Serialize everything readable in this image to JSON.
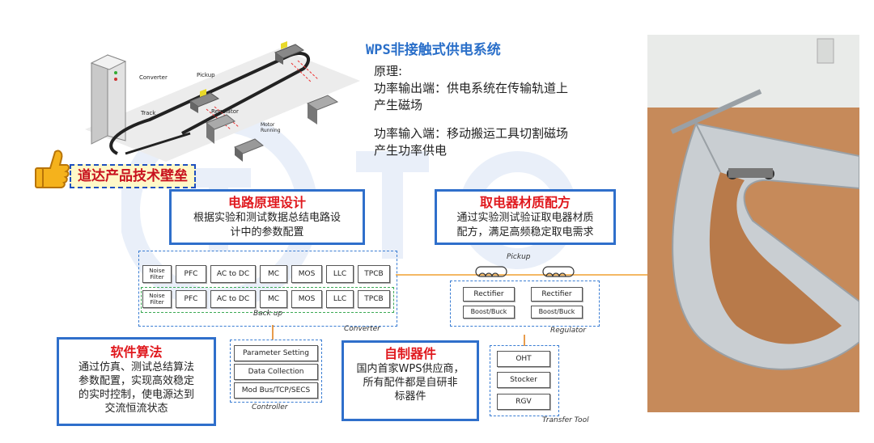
{
  "colors": {
    "accent_blue": "#2f6fcb",
    "title_red": "#e0191e",
    "badge_bg": "#fff8c8",
    "line_orange": "#e07a10"
  },
  "header": {
    "title": "WPS非接触式供电系统"
  },
  "principle": {
    "heading": "原理:",
    "output": "功率输出端：供电系统在传输轨道上\n产生磁场",
    "input": "功率输入端：移动搬运工具切割磁场\n产生功率供电"
  },
  "illustration": {
    "labels": [
      "Converter",
      "Pickup",
      "Track",
      "Regulator",
      "Motor\nRunning"
    ]
  },
  "badge": {
    "text": "道达产品技术壁垒",
    "icon": "thumbs-up-icon"
  },
  "callouts": {
    "circuit": {
      "title": "电路原理设计",
      "body": "根据实验和测试数据总结电路设\n计中的参数配置"
    },
    "pickup_material": {
      "title": "取电器材质配方",
      "body": "通过实验测试验证取电器材质\n配方，满足高频稳定取电需求"
    },
    "software": {
      "title": "软件算法",
      "body": "通过仿真、测试总结算法\n参数配置，实现高效稳定\n的实时控制，使电源达到\n交流恒流状态"
    },
    "components": {
      "title": "自制器件",
      "body": "国内首家WPS供应商，\n所有配件都是自研非\n标器件"
    }
  },
  "converter": {
    "row1": [
      "Noise\nFilter",
      "PFC",
      "AC to DC",
      "MC",
      "MOS",
      "LLC",
      "TPCB"
    ],
    "row2": [
      "Noise\nFilter",
      "PFC",
      "AC to DC",
      "MC",
      "MOS",
      "LLC",
      "TPCB"
    ],
    "backup_label": "Back up",
    "label": "Converter"
  },
  "controller": {
    "items": [
      "Parameter Setting",
      "Data Collection",
      "Mod Bus/TCP/SECS"
    ],
    "label": "Controller"
  },
  "pickup": {
    "label": "Pickup"
  },
  "regulator": {
    "items": [
      "Rectifier",
      "Rectifier",
      "Boost/Buck",
      "Boost/Buck"
    ],
    "label": "Regulator"
  },
  "transfer": {
    "items": [
      "OHT",
      "Stocker",
      "RGV"
    ],
    "label": "Transfer Tool"
  }
}
